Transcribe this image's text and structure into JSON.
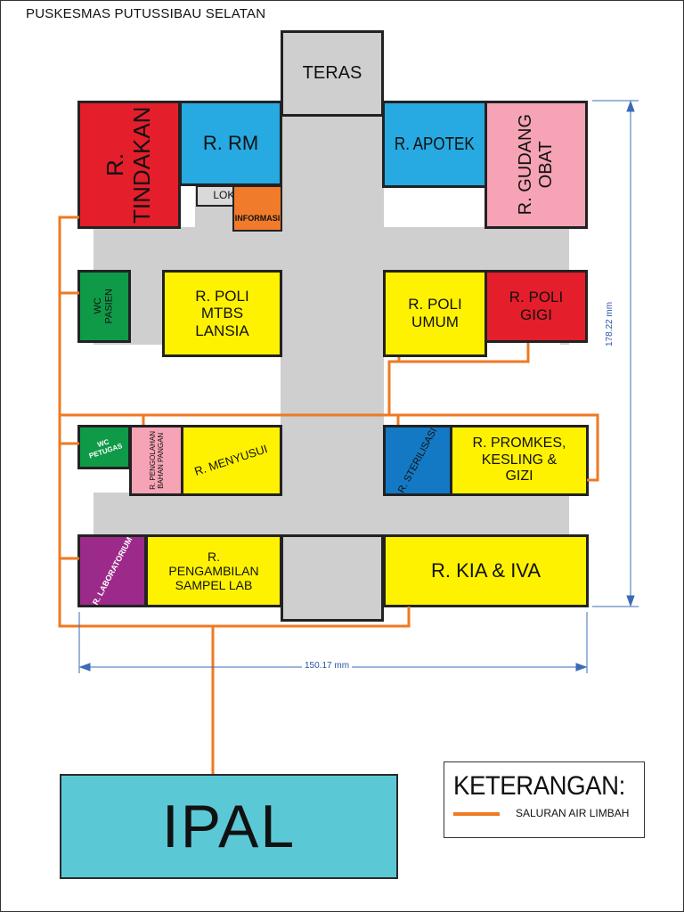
{
  "title": "PUSKESMAS PUTUSSIBAU SELATAN",
  "rooms": {
    "teras": "TERAS",
    "tindakan": "R. TINDAKAN",
    "rm": "R. RM",
    "loket": "LOKET",
    "informasi": "INFORMASI",
    "apotek": "R. APOTEK",
    "gudang_obat": "R. GUDANG\nOBAT",
    "wc_pasien": "WC\nPASIEN",
    "poli_mtbs": "R. POLI\nMTBS\nLANSIA",
    "poli_umum": "R. POLI\nUMUM",
    "poli_gigi": "R. POLI\nGIGI",
    "wc_petugas": "WC\nPETUGAS",
    "pengolahan": "R. PENGOLAHAN\nBAHAN PANGAN",
    "menyusui": "R. MENYUSUI",
    "sterilisasi": "R. STERILISASI",
    "promkes": "R. PROMKES,\nKESLING &\nGIZI",
    "laboratorium": "R. LABORATORIUM",
    "pengambilan": "R.\nPENGAMBILAN\nSAMPEL LAB",
    "kia": "R. KIA & IVA"
  },
  "ipal": "IPAL",
  "legend": {
    "title": "KETERANGAN:",
    "item": "SALURAN AIR LIMBAH",
    "line_color": "#ee7a22"
  },
  "dimensions": {
    "height": "178.22 mm",
    "width": "150.17 mm"
  },
  "colors": {
    "red": "#e41e2b",
    "blue": "#27a9e1",
    "pink": "#f5a3b5",
    "green": "#0f9a48",
    "yellow": "#fff200",
    "orange": "#f07b2a",
    "purple": "#9c2a8a",
    "dark_blue": "#1479c4",
    "gray": "#cfcfcf",
    "light_gray": "#d9d9d9"
  }
}
